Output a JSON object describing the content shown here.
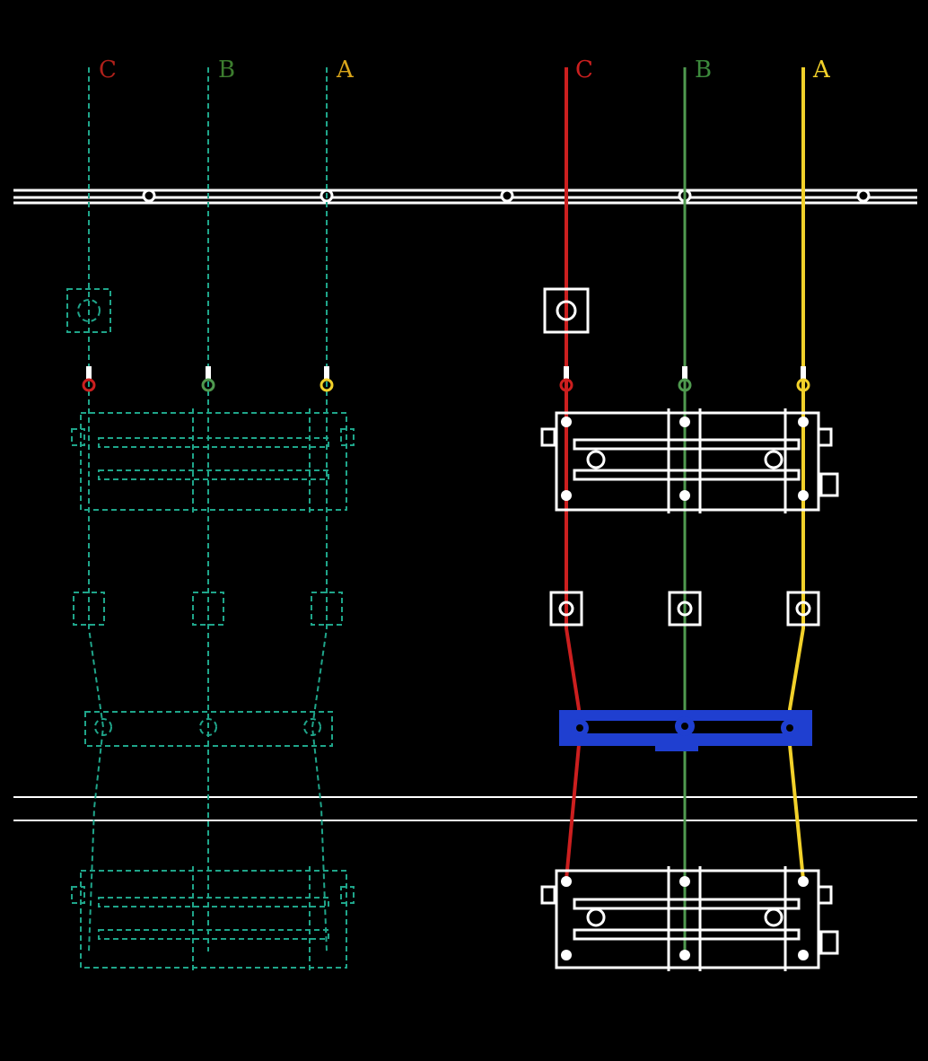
{
  "colors": {
    "background": "#000000",
    "phase_c": "#cc1f1f",
    "phase_b": "#4f9a4f",
    "phase_a": "#f2d12a",
    "dashed_reference": "#1fa58a",
    "equipment_outline": "#ffffff",
    "highlight_block": "#1f3fd0"
  },
  "left_group": {
    "phases": [
      {
        "label": "C",
        "color": "#b0201a"
      },
      {
        "label": "B",
        "color": "#3c7d2e"
      },
      {
        "label": "A",
        "color": "#d9a51a"
      }
    ]
  },
  "right_group": {
    "phases": [
      {
        "label": "C",
        "color": "#cc1f1f"
      },
      {
        "label": "B",
        "color": "#3c8a3c"
      },
      {
        "label": "A",
        "color": "#f2d12a"
      }
    ]
  }
}
